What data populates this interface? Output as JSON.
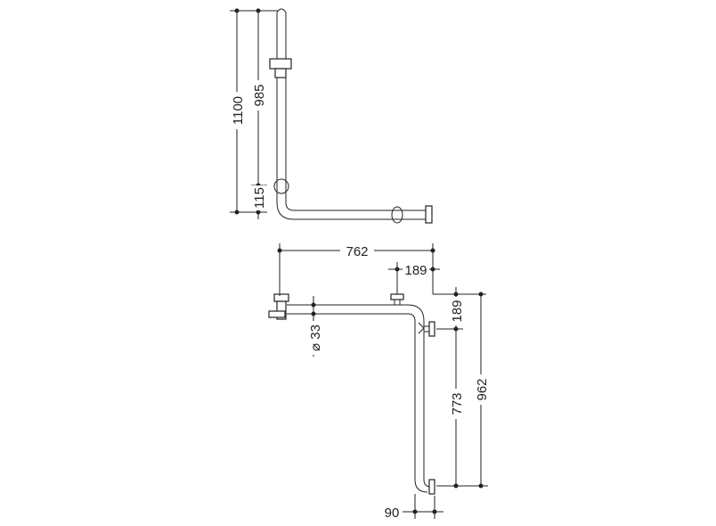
{
  "drawing": {
    "line_color": "#222222",
    "elevation": {
      "height_total": "1100",
      "height_upper": "985",
      "height_lower": "115"
    },
    "plan": {
      "width_total": "762",
      "offset_right": "189",
      "tube_diameter": "⌀ 33",
      "offset_top": "189",
      "length_inner": "773",
      "length_total": "962",
      "offset_bottom": "90"
    }
  }
}
